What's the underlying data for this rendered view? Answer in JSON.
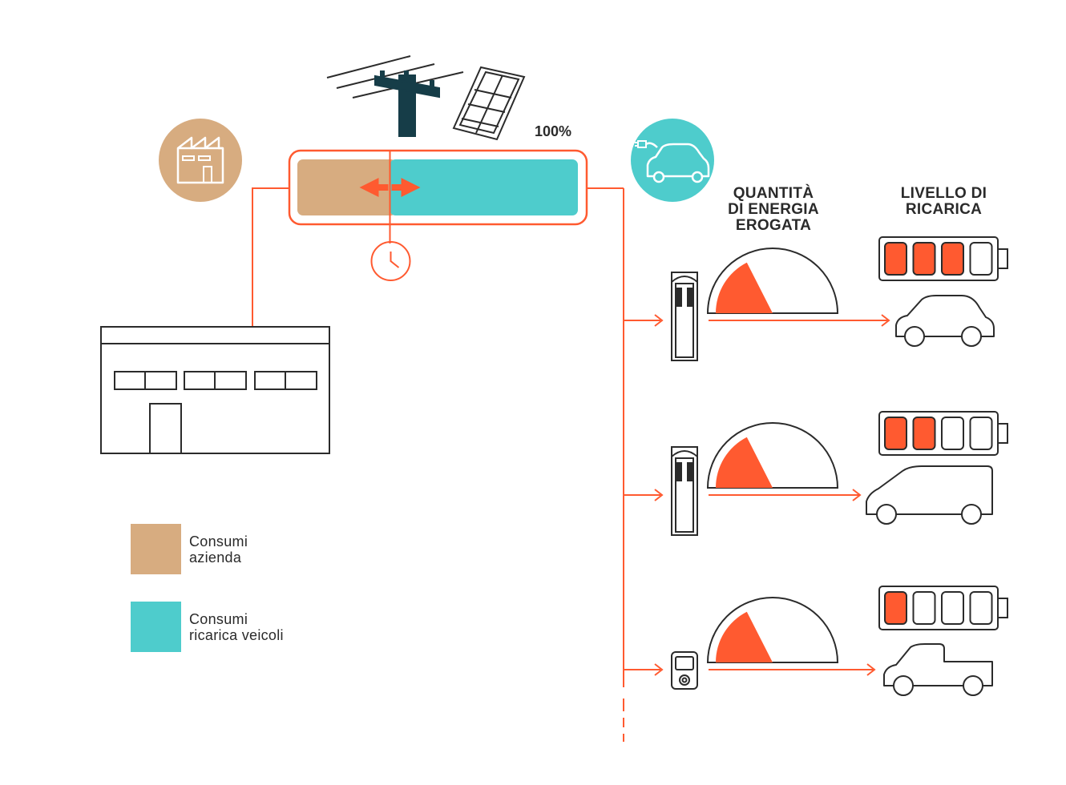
{
  "colors": {
    "accent": "#ff5a30",
    "company": "#d7ac80",
    "vehicles": "#4ecccc",
    "line": "#2b2b2b",
    "pole": "#163d48"
  },
  "bar": {
    "percent_label": "100%",
    "company_share": 0.33,
    "vehicles_share": 0.67
  },
  "headers": {
    "energy": "QUANTITÀ\nDI ENERGIA\nEROGATA",
    "battery": "LIVELLO DI\nRICARICA"
  },
  "legend": {
    "company": "Consumi\nazienda",
    "vehicles": "Consumi\nricarica veicoli"
  },
  "chargers": [
    {
      "station": "column",
      "vehicle": "city-car",
      "gauge_level": 0.35,
      "battery_level": 3,
      "battery_cells": 4
    },
    {
      "station": "column",
      "vehicle": "van",
      "gauge_level": 0.35,
      "battery_level": 2,
      "battery_cells": 4
    },
    {
      "station": "wallbox",
      "vehicle": "pickup",
      "gauge_level": 0.35,
      "battery_level": 1,
      "battery_cells": 4
    }
  ],
  "icons": {
    "factory": "factory-icon",
    "ev": "ev-plug-car-icon",
    "clock": "clock-icon",
    "pole": "power-pole-icon",
    "solar": "solar-panel-icon",
    "building": "building-icon"
  }
}
